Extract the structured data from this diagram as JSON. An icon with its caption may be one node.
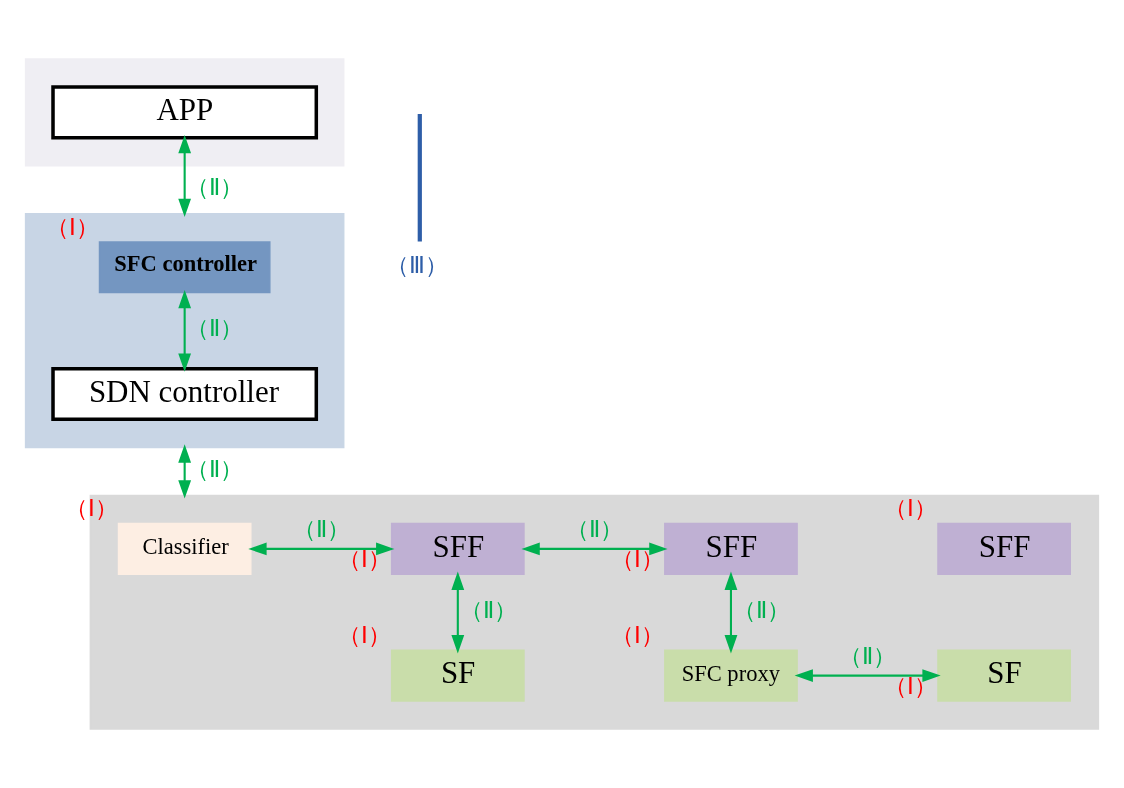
{
  "diagram": {
    "nodes": [
      {
        "text": [],
        "shape": "box"
      },
      {
        "text": [
          "APP"
        ],
        "in": 0
      },
      {
        "text": [],
        "shape": "box"
      },
      {
        "text": [
          "SFC controller"
        ],
        "in": 2,
        "beside": [
          "（Ⅰ）"
        ]
      },
      {
        "text": [
          "SDN controller"
        ],
        "in": 2
      },
      {
        "text": [],
        "shape": "box"
      },
      {
        "text": [
          "Classifier"
        ],
        "in": 5,
        "beside": [
          "（Ⅰ）"
        ]
      },
      {
        "text": [
          "SFF"
        ],
        "in": 5,
        "beside": [
          "（Ⅰ）"
        ]
      },
      {
        "text": [
          "SFF"
        ],
        "in": 5,
        "beside": [
          "（Ⅰ）"
        ]
      },
      {
        "text": [
          "SFF"
        ],
        "in": 5,
        "beside": [
          "（Ⅰ）"
        ]
      },
      {
        "text": [
          "SF"
        ],
        "in": 5,
        "beside": [
          "（Ⅰ）"
        ]
      },
      {
        "text": [
          "SFC proxy"
        ],
        "in": 5,
        "beside": [
          "（Ⅰ）"
        ]
      },
      {
        "text": [
          "SF"
        ],
        "in": 5,
        "beside": [
          "（Ⅰ）"
        ]
      },
      {
        "text": [
          "（Ⅲ）"
        ]
      }
    ],
    "edges": [
      {
        "from": 1,
        "to": 2,
        "arrow": "both",
        "label": "（Ⅱ）"
      },
      {
        "from": 3,
        "to": 4,
        "arrow": "both",
        "label": "（Ⅱ）"
      },
      {
        "from": 2,
        "to": 5,
        "arrow": "both",
        "label": "（Ⅱ）"
      },
      {
        "from": 6,
        "to": 7,
        "arrow": "both",
        "label": "（Ⅱ）"
      },
      {
        "from": 7,
        "to": 10,
        "arrow": "both",
        "label": "（Ⅱ）"
      },
      {
        "from": 7,
        "to": 8,
        "arrow": "both",
        "label": "（Ⅱ）"
      },
      {
        "from": 8,
        "to": 11,
        "arrow": "both",
        "label": "（Ⅱ）"
      },
      {
        "from": 11,
        "to": 12,
        "arrow": "both",
        "label": "（Ⅱ）"
      },
      {
        "from": null,
        "to": 13,
        "arrow": "none",
        "style": "thick",
        "color": "#2e5ea8"
      }
    ]
  }
}
